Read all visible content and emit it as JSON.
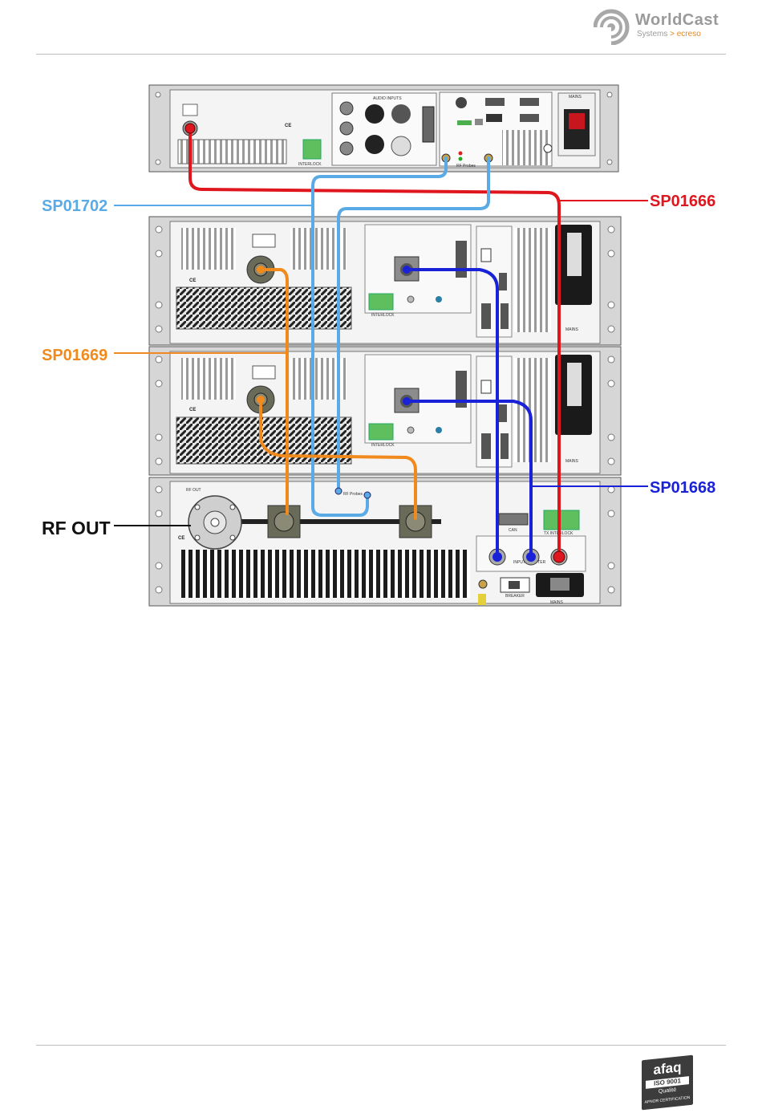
{
  "brand": {
    "name": "WorldCast",
    "sub_prefix": "Systems",
    "sub_suffix": "ecreso"
  },
  "cert": {
    "brand": "afaq",
    "standard": "ISO 9001",
    "quality": "Qualité",
    "issuer": "AFNOR CERTIFICATION"
  },
  "labels": {
    "sp01702": "SP01702",
    "sp01666": "SP01666",
    "sp01669": "SP01669",
    "sp01668": "SP01668",
    "rf_out": "RF OUT"
  },
  "panel_text": {
    "mains": "MAINS",
    "interlock": "INTERLOCK",
    "rf_probes": "RF Probes",
    "rf_out_small": "RF OUT",
    "audio_inputs": "AUDIO INPUTS",
    "can": "CAN",
    "breaker": "BREAKER",
    "input_splitter": "INPUT SPLITTER",
    "tx_interlock": "TX INTERLOCK",
    "ce": "CE"
  },
  "colors": {
    "sp01702": "#5aaae6",
    "sp01666": "#e0161e",
    "sp01669": "#f08a1c",
    "sp01668": "#1a22d8",
    "rf_out_label": "#111111",
    "rack": "#d4d4d4",
    "panel": "#f2f2f2"
  }
}
